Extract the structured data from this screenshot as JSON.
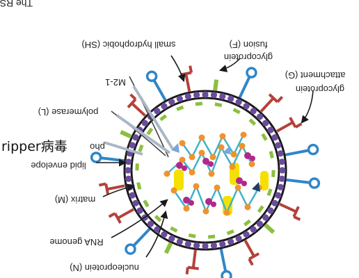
{
  "diagram": {
    "title": "The RSV virion",
    "labels": {
      "small_hydrophobic": "small hydrophobic (SH)",
      "fusion_line1": "fusion (F)",
      "fusion_line2": "glycoprotein",
      "attachment_line1": "attachment (G)",
      "attachment_line2": "glycoprotein",
      "m2_1": "M2-1",
      "polymerase": "polymerase (L)",
      "phosphoprotein_partial": "pho",
      "lipid_envelope": "lipid envelope",
      "matrix": "matrix (M)",
      "rna_genome": "RNA genome",
      "nucleoprotein": "nucleoprotein (N)"
    },
    "overlay_text": "ripper病毒",
    "colors": {
      "envelope": "#1a1a1a",
      "lipid_beads": "#6a4c9c",
      "matrix_green": "#8cbf3f",
      "f_protein_red": "#b5413a",
      "g_protein_blue": "#2f86c8",
      "rna_strand": "#3fb3c8",
      "nucleoprotein_orange": "#f0922e",
      "polymerase_magenta": "#b0288c",
      "m21_yellow": "#f5e000",
      "phospho_blue": "#7aa6d8",
      "arrow_gray": "#a9b7c6",
      "navy": "#1e3f66"
    }
  }
}
